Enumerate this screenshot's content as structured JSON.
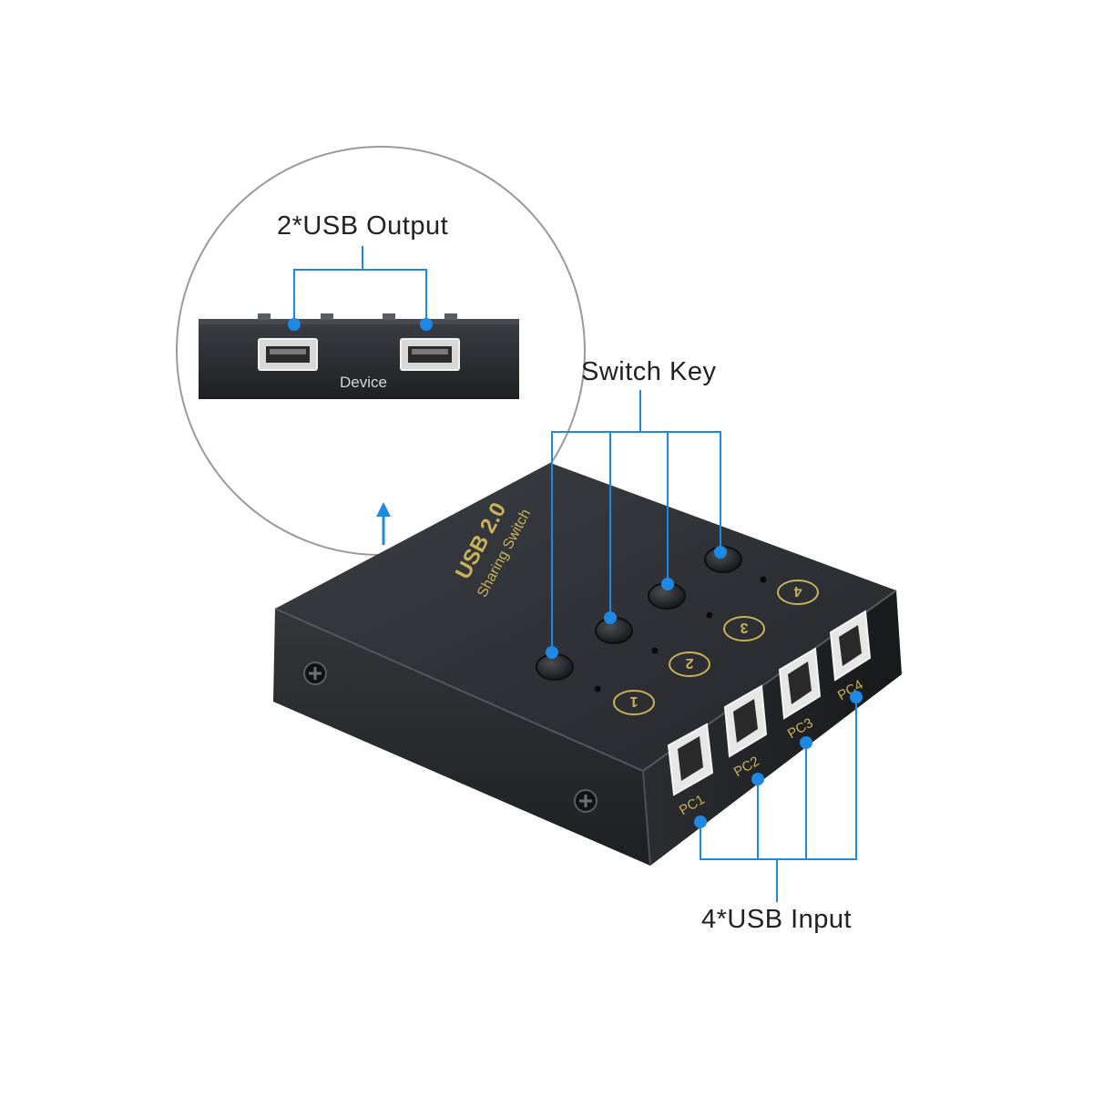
{
  "callouts": {
    "usb_output": "2*USB Output",
    "switch_key": "Switch Key",
    "usb_input": "4*USB Input"
  },
  "device": {
    "rear_label": "Device",
    "top_title": "USB 2.0",
    "top_subtitle": "Sharing Switch",
    "buttons": [
      "1",
      "2",
      "3",
      "4"
    ],
    "ports": [
      "PC1",
      "PC2",
      "PC3",
      "PC4"
    ]
  },
  "colors": {
    "callout_blue": "#1e88e5",
    "device_body": "#2a2c30",
    "print_gold": "#c9b25a"
  }
}
